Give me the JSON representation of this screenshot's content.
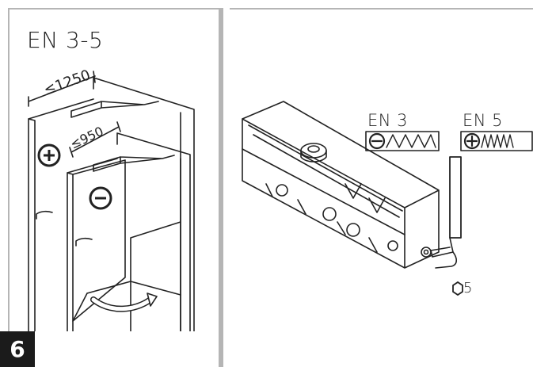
{
  "left": {
    "title": "EN 3-5",
    "dim_large": "≤1250",
    "dim_small": "≤950",
    "step_number": "6"
  },
  "right": {
    "label_en3": "EN 3",
    "label_en5": "EN 5",
    "hex_size": "5"
  },
  "colors": {
    "ink": "#222222",
    "frame": "#b5b5b5",
    "badge": "#1b1b1b"
  },
  "icons": {
    "plus": "plus-circle-icon",
    "minus": "minus-circle-icon",
    "hex": "hex-key-icon"
  }
}
